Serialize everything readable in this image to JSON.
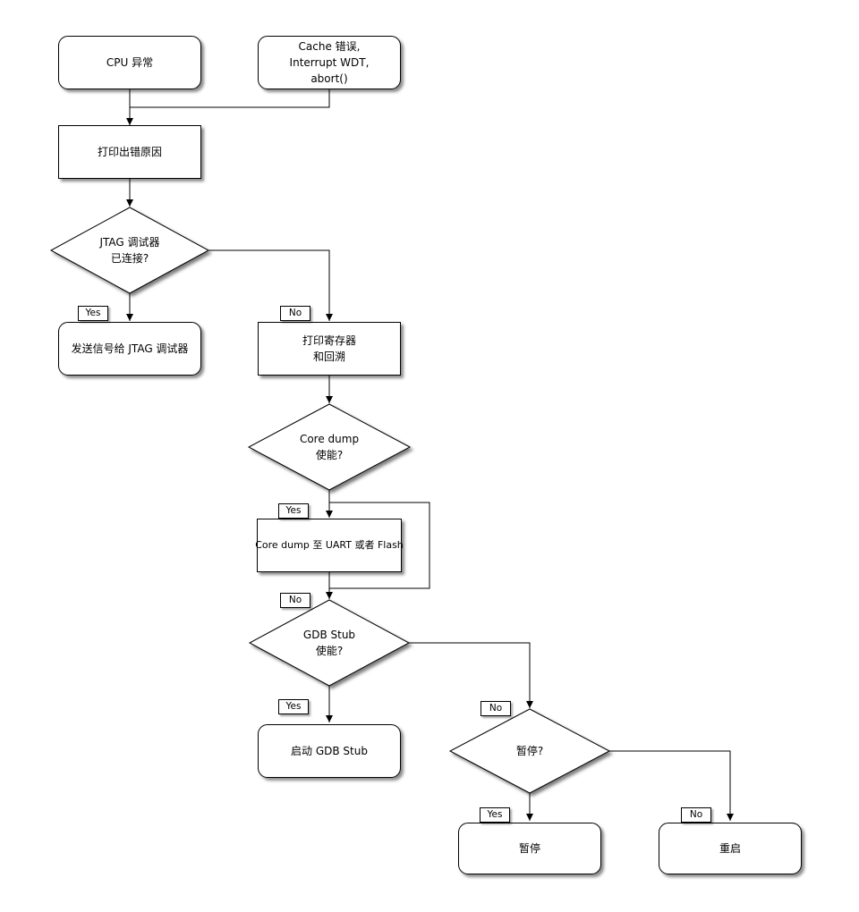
{
  "diagram": {
    "colors": {
      "stroke": "#000000",
      "node_fill": "#ffffff",
      "background": "#ffffff"
    },
    "nodes": {
      "cpu_exception": {
        "shape": "rounded-rect",
        "label": "CPU 异常"
      },
      "cache_error": {
        "shape": "rounded-rect",
        "line1": "Cache 错误,",
        "line2": "Interrupt WDT,",
        "line3": "abort()"
      },
      "print_reason": {
        "shape": "rect",
        "label": "打印出错原因"
      },
      "jtag_connected": {
        "shape": "diamond",
        "line1": "JTAG 调试器",
        "line2": "已连接?"
      },
      "send_signal_jtag": {
        "shape": "rounded-rect",
        "label": "发送信号给 JTAG 调试器"
      },
      "print_registers": {
        "shape": "rect",
        "line1": "打印寄存器",
        "line2": "和回溯"
      },
      "core_dump_enabled": {
        "shape": "diamond",
        "line1": "Core dump",
        "line2": "使能?"
      },
      "core_dump_dest": {
        "shape": "rect",
        "label": "Core dump 至 UART 或者 Flash"
      },
      "gdb_stub_enabled": {
        "shape": "diamond",
        "line1": "GDB Stub",
        "line2": "使能?"
      },
      "start_gdb_stub": {
        "shape": "rounded-rect",
        "label": "启动 GDB Stub"
      },
      "halt_decision": {
        "shape": "diamond",
        "label": "暂停?"
      },
      "halt": {
        "shape": "rounded-rect",
        "label": "暂停"
      },
      "reboot": {
        "shape": "rounded-rect",
        "label": "重启"
      }
    },
    "edge_labels": {
      "yes": "Yes",
      "no": "No"
    }
  }
}
